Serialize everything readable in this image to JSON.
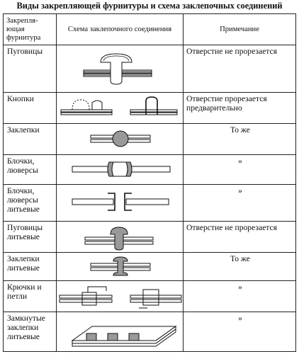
{
  "title": "Виды закрепляющей фурнитуры и схема заклепочных соединений",
  "headers": {
    "col1": "Закрепля-\nющая\nфурнитура",
    "col2": "Схема заклепочного соединения",
    "col3": "Примечание"
  },
  "rows": [
    {
      "name": "Пуговицы",
      "note": "Отверстие не прорезается",
      "icon": "button-rivet-diagram"
    },
    {
      "name": "Кнопки",
      "note": "Отверстие прорезается предварительно",
      "icon": "snap-fastener-diagram"
    },
    {
      "name": "Заклепки",
      "note": "То же",
      "icon": "rivet-diagram"
    },
    {
      "name": "Блочки,\nлюверсы",
      "note": "»",
      "icon": "eyelet-diagram"
    },
    {
      "name": "Блочки,\nлюверсы\nлитьевые",
      "note": "»",
      "icon": "cast-eyelet-diagram"
    },
    {
      "name": "Пуговицы\nлитьевые",
      "note": "Отверстие не прорезается",
      "icon": "cast-button-diagram"
    },
    {
      "name": "Заклепки\nлитьевые",
      "note": "То же",
      "icon": "cast-rivet-diagram"
    },
    {
      "name": "Крючки и\nпетли",
      "note": "»",
      "icon": "hook-loop-diagram"
    },
    {
      "name": "Замкнутые\nзаклепки\nлитьевые",
      "note": "»",
      "icon": "closed-cast-rivet-diagram"
    }
  ]
}
